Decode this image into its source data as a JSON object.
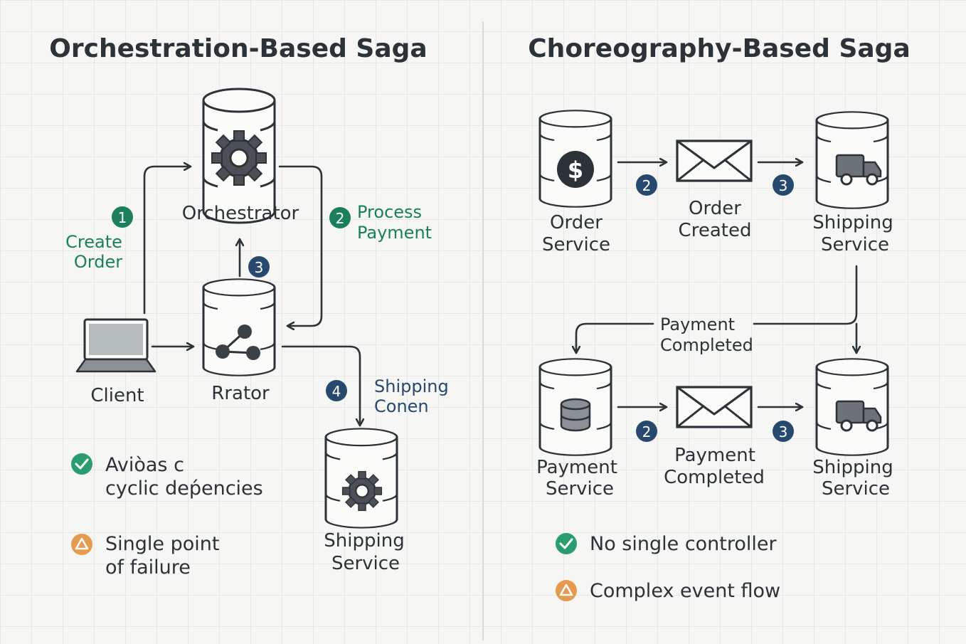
{
  "colors": {
    "ink": "#2b3238",
    "green": "#1a7f5a",
    "navy": "#27496d",
    "orange": "#e59a4f",
    "check_green": "#2a9d6e"
  },
  "left": {
    "title": "Orchestration-Based Saga",
    "orchestrator": {
      "label": "Orchestrator",
      "icon": "gear-icon"
    },
    "rrator": {
      "label": "Rrator",
      "icon": "share-nodes-icon"
    },
    "client": {
      "label": "Client",
      "icon": "laptop-icon"
    },
    "shipping": {
      "line1": "Shipping",
      "line2": "Service",
      "icon": "gear-icon"
    },
    "step1": {
      "num": "1",
      "line1": "Create",
      "line2": "Order"
    },
    "step2": {
      "num": "2",
      "line1": "Process",
      "line2": "Payment"
    },
    "step3": {
      "num": "3"
    },
    "step4": {
      "num": "4",
      "line1": "Shipping",
      "line2": "Conen"
    },
    "pro": {
      "line1": "Aviòas c",
      "line2": "cyclic deṕencies"
    },
    "con": {
      "line1": "Single point",
      "line2": "of failure"
    }
  },
  "right": {
    "title": "Choreography-Based Saga",
    "order_service": {
      "line1": "Order",
      "line2": "Service",
      "icon": "dollar-icon"
    },
    "order_created": {
      "line1": "Order",
      "line2": "Created",
      "icon": "envelope-icon"
    },
    "shipping_top": {
      "line1": "Shipping",
      "line2": "Service",
      "icon": "truck-icon"
    },
    "payment_event": {
      "line1": "Payment",
      "line2": "Completed"
    },
    "payment_service": {
      "line1": "Payment",
      "line2": "Service",
      "icon": "database-icon"
    },
    "payment_completed": {
      "line1": "Payment",
      "line2": "Completed",
      "icon": "envelope-icon"
    },
    "shipping_bottom": {
      "line1": "Shipping",
      "line2": "Service",
      "icon": "truck-icon"
    },
    "badges": {
      "a": "2",
      "b": "3",
      "c": "2",
      "d": "3"
    },
    "pro": "No single controller",
    "con": "Complex event flow"
  }
}
